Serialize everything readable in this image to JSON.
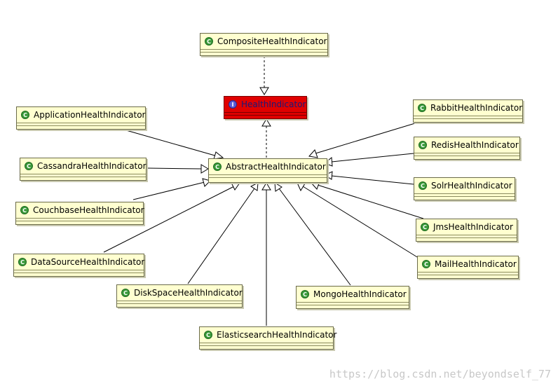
{
  "classes": {
    "composite": "CompositeHealthIndicator",
    "health": "HealthIndicator",
    "abstract": "AbstractHealthIndicator",
    "application": "ApplicationHealthIndicator",
    "cassandra": "CassandraHealthIndicator",
    "couchbase": "CouchbaseHealthIndicator",
    "datasource": "DataSourceHealthIndicator",
    "diskspace": "DiskSpaceHealthIndicator",
    "elasticsearch": "ElasticsearchHealthIndicator",
    "mongo": "MongoHealthIndicator",
    "rabbit": "RabbitHealthIndicator",
    "redis": "RedisHealthIndicator",
    "solr": "SolrHealthIndicator",
    "jms": "JmsHealthIndicator",
    "mail": "MailHealthIndicator"
  },
  "icons": {
    "class": "C",
    "interface": "I"
  },
  "colors": {
    "class_fill": "#ffffd0",
    "interface_fill": "#e00000",
    "class_icon": "#3a9a3a",
    "interface_icon": "#5b5bd6"
  },
  "watermark": "https://blog.csdn.net/beyondself_77"
}
